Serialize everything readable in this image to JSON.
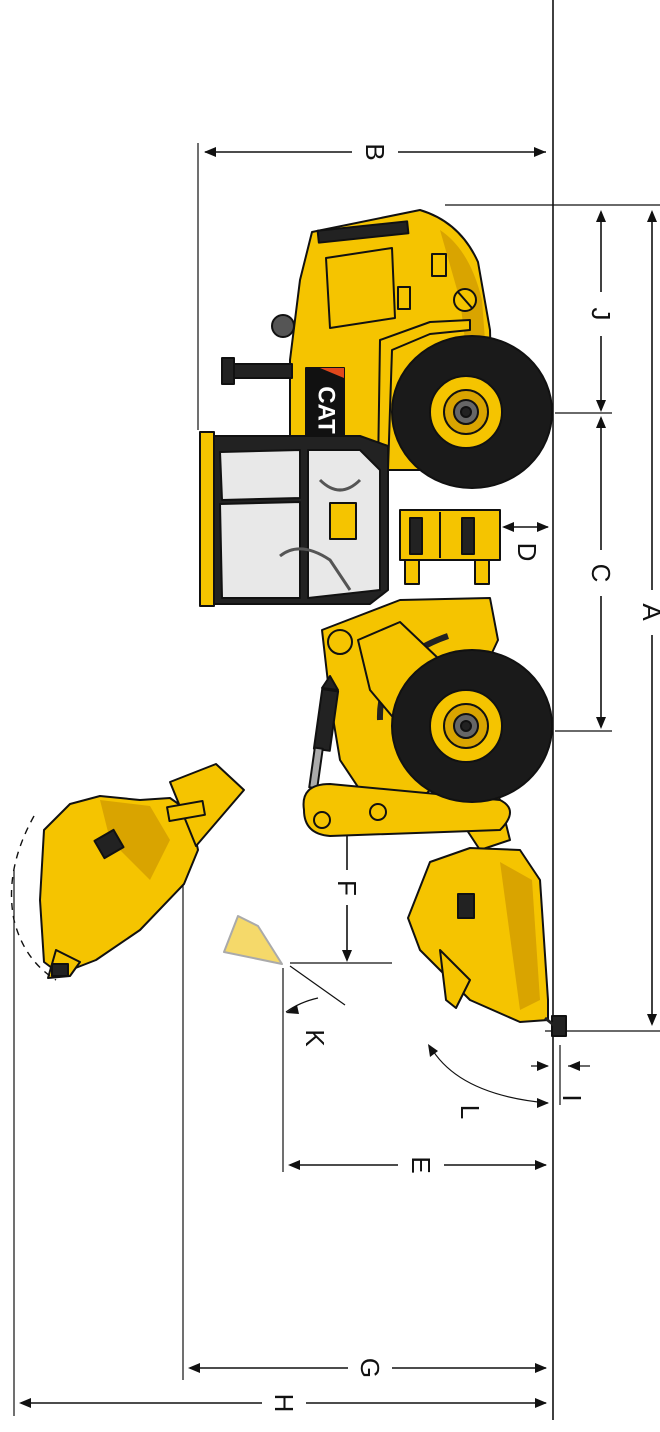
{
  "diagram": {
    "dimension_labels": {
      "A": "A",
      "B": "B",
      "C": "C",
      "D": "D",
      "E": "E",
      "F": "F",
      "G": "G",
      "H": "H",
      "I": "I",
      "J": "J",
      "K": "K",
      "L": "L"
    },
    "machine_logo": "CAT",
    "colors": {
      "body": "#f5c400",
      "body_shade": "#d9a400",
      "tire": "#1a1a1a",
      "rim": "#f5c400",
      "line": "#111111",
      "glass": "#e8e8e8"
    }
  }
}
